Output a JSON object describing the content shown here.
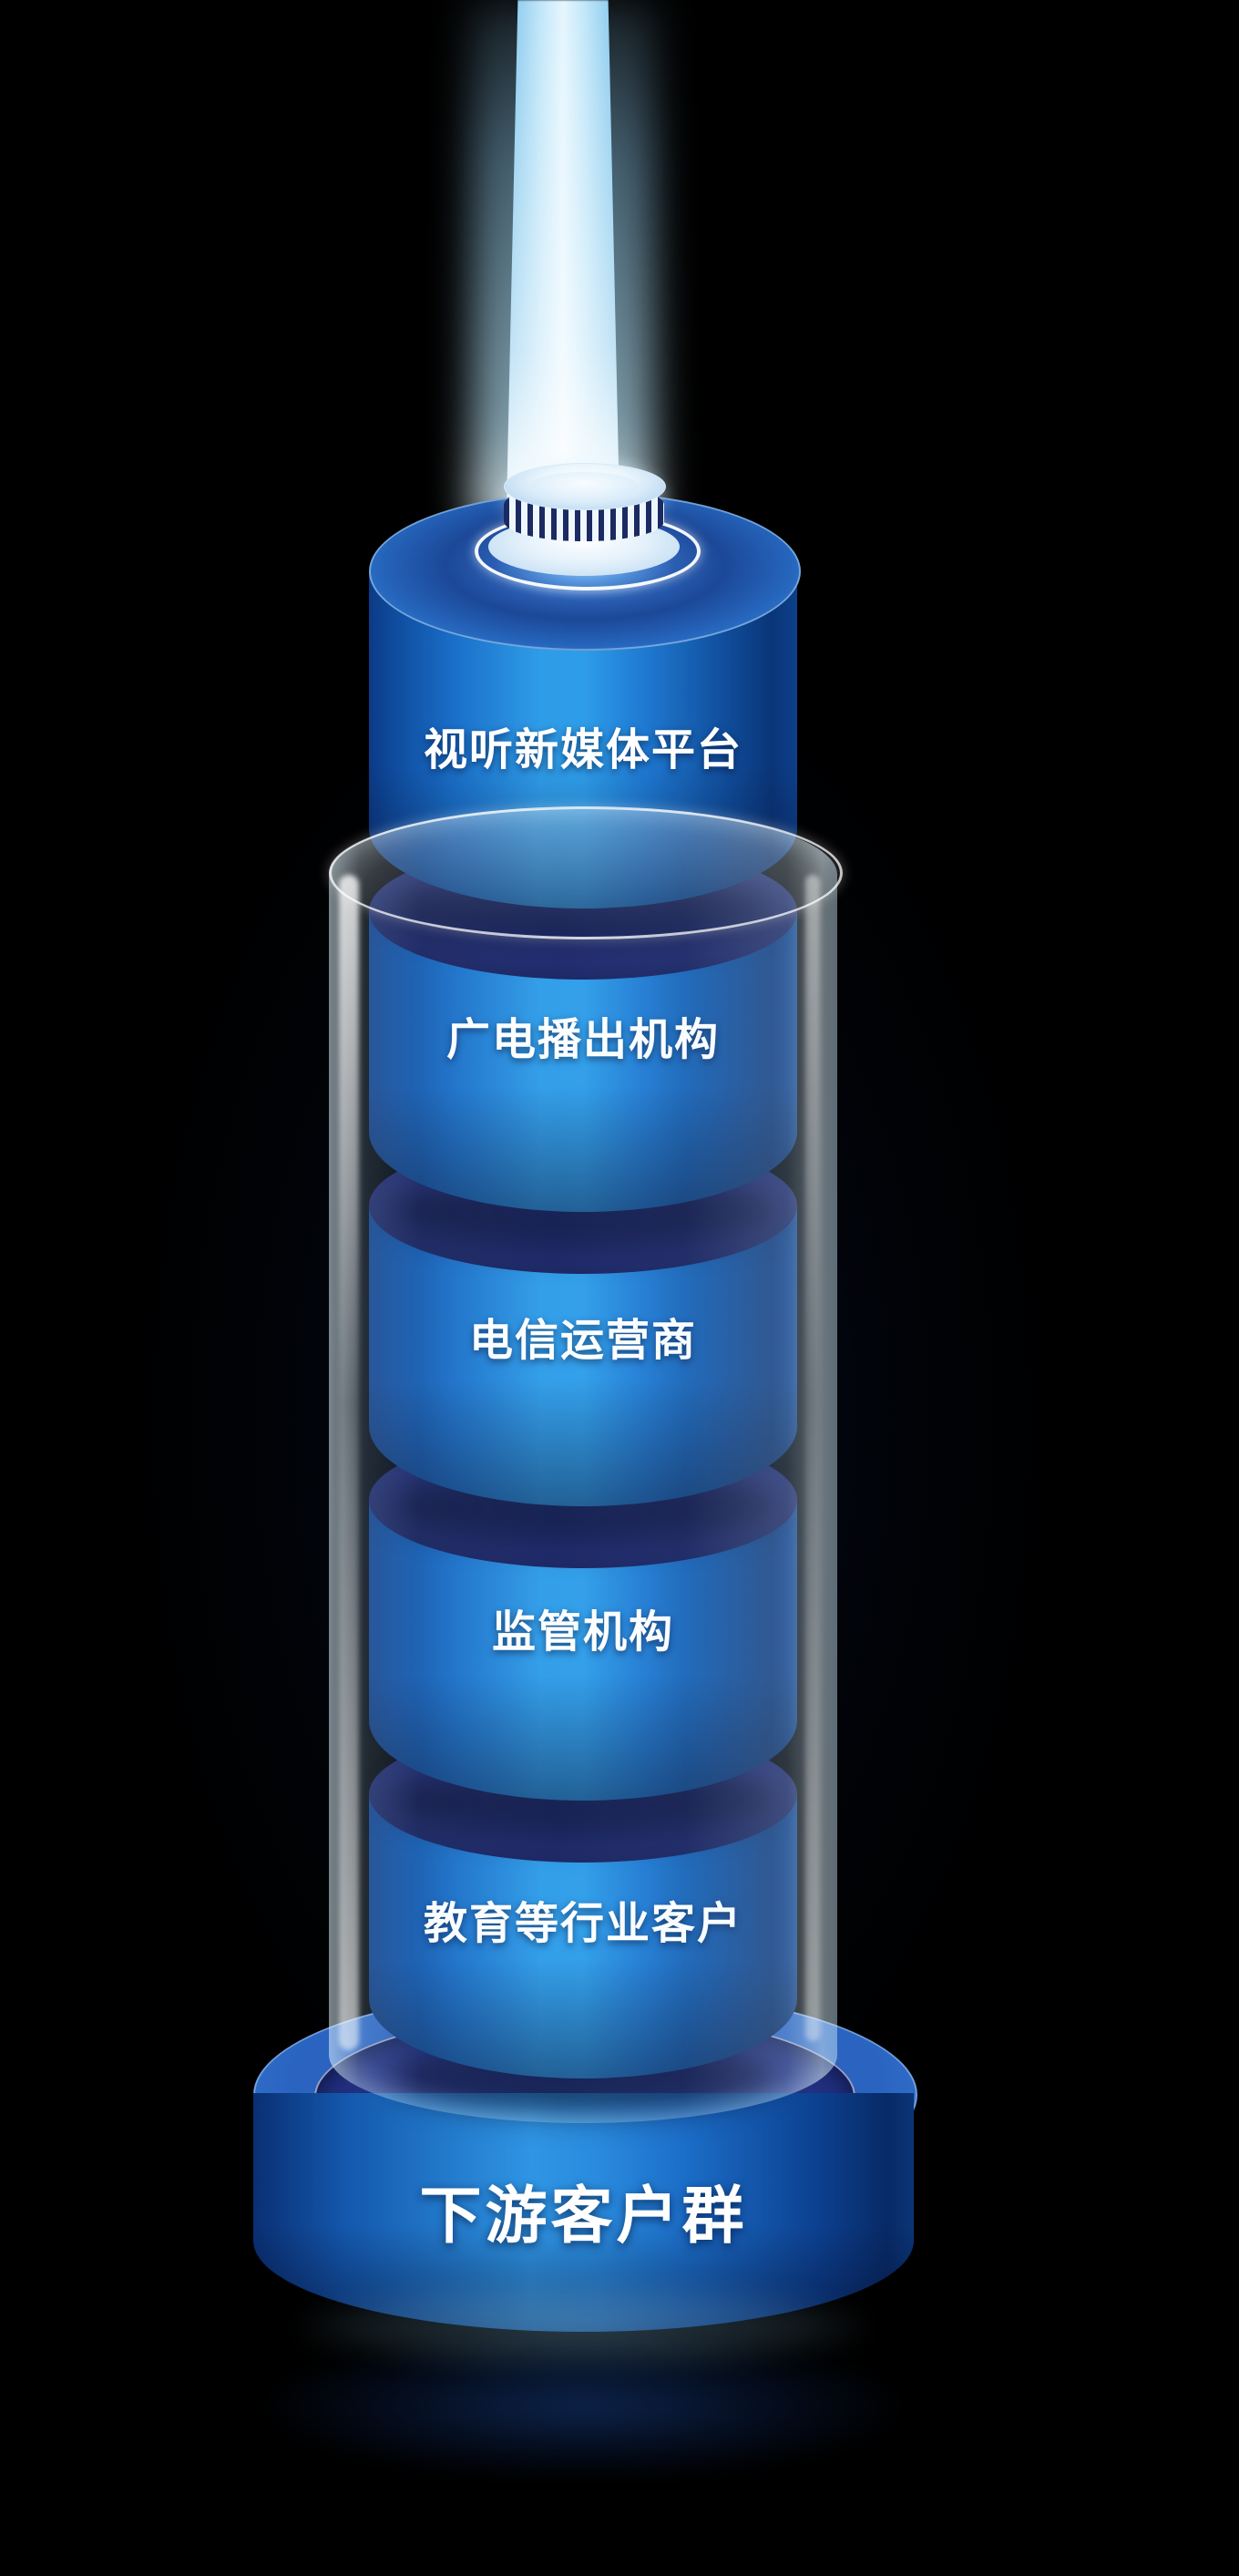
{
  "diagram": {
    "kind": "stacked-cylinder-tower",
    "segments": [
      {
        "label": "视听新媒体平台"
      },
      {
        "label": "广电播出机构"
      },
      {
        "label": "电信运营商"
      },
      {
        "label": "监管机构"
      },
      {
        "label": "教育等行业客户"
      }
    ],
    "base": {
      "label": "下游客户群"
    },
    "colors": {
      "background": "#000000",
      "cylinder_bright": "#2f9ce8",
      "cylinder_dark": "#0b3a85",
      "top_face_dark": "#1a2766",
      "base_surface": "#2d63be",
      "beam": "#aadef8",
      "glass": "#cfeaff",
      "text": "#ffffff"
    }
  }
}
